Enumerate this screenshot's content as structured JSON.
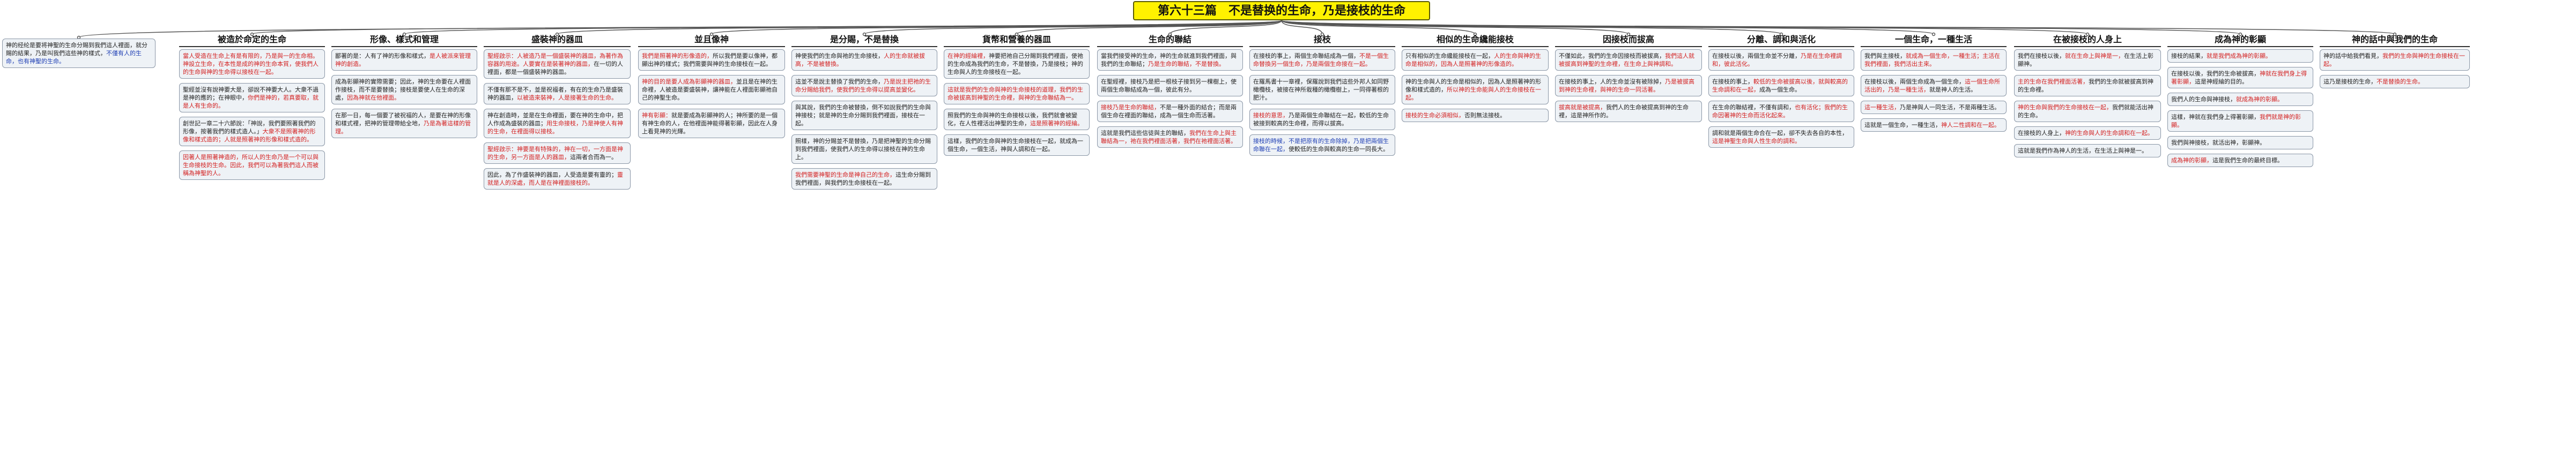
{
  "title": "第六十三篇　不是替换的生命，乃是接枝的生命",
  "branches": [
    {
      "key": "b0",
      "heading": "",
      "boxes": [
        {
          "segs": [
            {
              "t": "神的经纶是要将神聖的生命分賜到我們這人裡面，就分賜的結果，乃是叫我們這些神的樣式，"
            },
            {
              "t": "不僅有人的生命，也有神聖的生命。",
              "c": "blue"
            }
          ]
        }
      ]
    },
    {
      "key": "b1",
      "heading": "被造於命定的生命",
      "boxes": [
        {
          "segs": [
            {
              "t": "當人受造在生命上有是有限的，乃是與一的生命相。神設立生命，在本性是成的神的生命本質，使我們人的生命與神的生命得以接枝在一起。",
              "c": "red"
            }
          ]
        },
        {
          "segs": [
            {
              "t": "聖經並沒有說神要大是，卻說不神要大人。大衆不過是神的應的；在神眼中，"
            },
            {
              "t": "你們是神的，若真要取，就是人有生命的。",
              "c": "red"
            }
          ]
        },
        {
          "segs": [
            {
              "t": "創世記一章二十六節說：「神說，我們要照著我們的形像，按著我們的樣式造人。」"
            },
            {
              "t": "大衆不是照著神的形像和樣式造的；人就是照著神的形像和樣式造的。",
              "c": "red"
            }
          ]
        },
        {
          "segs": [
            {
              "t": "因著人是照著神造的，所以人的生命乃是一个可以與生命接枝的生命。因此，我們可以為著我們這人而被稱為神聖的人。",
              "c": "red"
            }
          ]
        }
      ]
    },
    {
      "key": "b2",
      "heading": "形像、樣式和管理",
      "boxes": [
        {
          "segs": [
            {
              "t": "鄙著的是：人有了神的形像和樣式，"
            },
            {
              "t": "是人被派來管理神的創造。",
              "c": "red"
            }
          ]
        },
        {
          "segs": [
            {
              "t": "成為彰顯神的實際需要；因此，神的生命要在人裡面作接枝，而不是要替換；接枝是要使人在生命的深處，"
            },
            {
              "t": "因為神就在他裡面。",
              "c": "red"
            }
          ]
        },
        {
          "segs": [
            {
              "t": "在那一日，每一個要了被祝福的人，是要在神的形像和樣式裡，把神的管理帶給全地，"
            },
            {
              "t": "乃是為著這樣的管理。",
              "c": "red"
            }
          ]
        }
      ]
    },
    {
      "key": "b3",
      "heading": "盛裝神的器皿",
      "boxes": [
        {
          "segs": [
            {
              "t": "聖經啟示：人被造乃是一個盛裝神的器皿，為著作為容器的用途。人要實在是裝著神的器皿，",
              "c": "red"
            },
            {
              "t": "在一切的人裡面，都是一個盛裝神的器皿。"
            }
          ]
        },
        {
          "segs": [
            {
              "t": "不僅有那不是不，並是祝福者，有在的生命乃是盛裝神的器皿，"
            },
            {
              "t": "以被造來裝神，人是接著生命的生命。",
              "c": "red"
            }
          ]
        },
        {
          "segs": [
            {
              "t": "神在創造時，並是在生命裡面，要在神的生命中，把人作成為盛裝的器皿；"
            },
            {
              "t": "用生命接枝，乃是神使人有神的生命，在裡面得以接枝。",
              "c": "red"
            }
          ]
        },
        {
          "segs": [
            {
              "t": "聖經啟示：神要是有特殊的，神在一切，一方面是神的生命，另一方面是人的器皿，",
              "c": "red"
            },
            {
              "t": "這兩者合而為一。"
            }
          ]
        },
        {
          "segs": [
            {
              "t": "因此，為了作盛裝神的器皿，人受造是要有靈的；"
            },
            {
              "t": "靈就是人的深處，而人是在神裡面接枝的。",
              "c": "red"
            }
          ]
        }
      ]
    },
    {
      "key": "b4",
      "heading": "並且像神",
      "boxes": [
        {
          "segs": [
            {
              "t": "我們是照著神的形像造的，",
              "c": "red"
            },
            {
              "t": "所以我們是要以像神，都顯出神的樣式；我們需要與神的生命接枝在一起。"
            }
          ]
        },
        {
          "segs": [
            {
              "t": "神的目的是要人成為彰顯神的器皿，",
              "c": "red"
            },
            {
              "t": "並且是在神的生命裡，人被造是要盛裝神，讓神能在人裡面彰顯祂自己的神聖生命。"
            }
          ]
        },
        {
          "segs": [
            {
              "t": "神有彰顯：",
              "c": "red"
            },
            {
              "t": "就是要成為彰顯神的人；神所要的是一個有神生命的人，在他裡面神能得著彰顯，因此在人身上看見神的光輝。"
            }
          ]
        }
      ]
    },
    {
      "key": "b5",
      "heading": "是分賜，不是替換",
      "boxes": [
        {
          "segs": [
            {
              "t": "神使我們的生命與祂的生命接枝，"
            },
            {
              "t": "人的生命就被拔高，不是被替換。",
              "c": "red"
            }
          ]
        },
        {
          "segs": [
            {
              "t": "這並不是說主替換了我們的生命，"
            },
            {
              "t": "乃是說主把祂的生命分賜給我們，使我們的生命得以提高並變化。",
              "c": "red"
            }
          ]
        },
        {
          "segs": [
            {
              "t": "與其說，我們的生命被替換，倒不如說我們的生命與神接枝；就是神的生命分賜到我們裡面，接枝在一起。"
            }
          ]
        },
        {
          "segs": [
            {
              "t": "照樣，神的分賜並不是替換，乃是把神聖的生命分賜到我們裡面，使我們人的生命得以接枝在神的生命上。"
            }
          ]
        },
        {
          "segs": [
            {
              "t": "我們需要神聖的生命是神自己的生命，",
              "c": "red"
            },
            {
              "t": "這生命分賜到我們裡面，與我們的生命接枝在一起。"
            }
          ]
        }
      ]
    },
    {
      "key": "b6",
      "heading": "貨幣和營養的器皿",
      "boxes": [
        {
          "segs": [
            {
              "t": "在神的經綸裡，",
              "c": "red"
            },
            {
              "t": "神要把祂自己分賜到我們裡面，使祂的生命成為我們的生命，不是替換，乃是接枝；神的生命與人的生命接枝在一起。"
            }
          ]
        },
        {
          "segs": [
            {
              "t": "這就是我們的生命與神的生命接枝的道理，我們的生命被拔高到神聖的生命裡，與神的生命聯結為一。",
              "c": "red"
            }
          ]
        },
        {
          "segs": [
            {
              "t": "照我們的生命與神的生命接枝以後，我們就會被變化，在人性裡活出神聖的生命，"
            },
            {
              "t": "這是照著神的經綸。",
              "c": "red"
            }
          ]
        },
        {
          "segs": [
            {
              "t": "這樣，我們的生命與神的生命接枝在一起，就成為一個生命，一個生活，神與人調和在一起。"
            }
          ]
        }
      ]
    },
    {
      "key": "b7",
      "heading": "生命的聯結",
      "boxes": [
        {
          "segs": [
            {
              "t": "當我們接受神的生命，神的生命就進到我們裡面，與我們的生命聯結；"
            },
            {
              "t": "乃是生命的聯結，不是替換。",
              "c": "red"
            }
          ]
        },
        {
          "segs": [
            {
              "t": "在聖經裡，接枝乃是把一根枝子接到另一棵樹上，使兩個生命聯結成為一個，彼此有分。"
            }
          ]
        },
        {
          "segs": [
            {
              "t": "接枝乃是生命的聯結，",
              "c": "red"
            },
            {
              "t": "不是一種外面的結合；而是兩個生命在裡面的聯結，成為一個生命而活著。"
            }
          ]
        },
        {
          "segs": [
            {
              "t": "這就是我們這些信徒與主的聯結，"
            },
            {
              "t": "我們在生命上與主聯結為一，祂在我們裡面活著，我們在祂裡面活著。",
              "c": "red"
            }
          ]
        }
      ]
    },
    {
      "key": "b8",
      "heading": "接枝",
      "boxes": [
        {
          "segs": [
            {
              "t": "在接枝的事上，兩個生命聯結成為一個，"
            },
            {
              "t": "不是一個生命替換另一個生命，乃是兩個生命接在一起。",
              "c": "red"
            }
          ]
        },
        {
          "segs": [
            {
              "t": "在羅馬書十一章裡，保羅說到我們這些外邦人如同野橄欖枝，被接在神所栽種的橄欖樹上，一同得著根的肥汁。"
            }
          ]
        },
        {
          "segs": [
            {
              "t": "接枝的意思，",
              "c": "red"
            },
            {
              "t": "乃是兩個生命聯結在一起，較低的生命被接到較高的生命裡，而得以拔高。"
            }
          ]
        },
        {
          "segs": [
            {
              "t": "接枝的時候，不是把原有的生命除掉，乃是把兩個生命聯在一起，",
              "c": "blue"
            },
            {
              "t": "使較低的生命與較高的生命一同長大。"
            }
          ]
        }
      ]
    },
    {
      "key": "b9",
      "heading": "相似的生命纔能接枝",
      "boxes": [
        {
          "segs": [
            {
              "t": "只有相似的生命纔能接枝在一起，"
            },
            {
              "t": "人的生命與神的生命是相似的，因為人是照著神的形像造的。",
              "c": "red"
            }
          ]
        },
        {
          "segs": [
            {
              "t": "神的生命與人的生命是相似的，因為人是照著神的形像和樣式造的，"
            },
            {
              "t": "所以神的生命能與人的生命接枝在一起。",
              "c": "red"
            }
          ]
        },
        {
          "segs": [
            {
              "t": "接枝的生命必須相似，",
              "c": "red"
            },
            {
              "t": "否則無法接枝。"
            }
          ]
        }
      ]
    },
    {
      "key": "b10",
      "heading": "因接枝而拔高",
      "boxes": [
        {
          "segs": [
            {
              "t": "不僅如此，我們的生命因接枝而被拔高，"
            },
            {
              "t": "我們這人就被拔高到神聖的生命裡，在生命上與神調和。",
              "c": "red"
            }
          ]
        },
        {
          "segs": [
            {
              "t": "在接枝的事上，人的生命並沒有被除掉，"
            },
            {
              "t": "乃是被拔高到神的生命裡，與神的生命一同活著。",
              "c": "red"
            }
          ]
        },
        {
          "segs": [
            {
              "t": "拔高就是被提高，",
              "c": "red"
            },
            {
              "t": "我們人的生命被提高到神的生命裡，這是神所作的。"
            }
          ]
        }
      ]
    },
    {
      "key": "b11",
      "heading": "分離、調和與活化",
      "boxes": [
        {
          "segs": [
            {
              "t": "在接枝以後，兩個生命並不分離，"
            },
            {
              "t": "乃是在生命裡調和，彼此活化。",
              "c": "red"
            }
          ]
        },
        {
          "segs": [
            {
              "t": "在接枝的事上，"
            },
            {
              "t": "較低的生命被拔高以後，就與較高的生命調和在一起，",
              "c": "red"
            },
            {
              "t": "成為一個生命。"
            }
          ]
        },
        {
          "segs": [
            {
              "t": "在生命的聯結裡，不僅有調和，"
            },
            {
              "t": "也有活化；我們的生命因著神的生命而活化起來。",
              "c": "red"
            }
          ]
        },
        {
          "segs": [
            {
              "t": "調和就是兩個生命合在一起，卻不失去各自的本性，"
            },
            {
              "t": "這是神聖生命與人性生命的調和。",
              "c": "red"
            }
          ]
        }
      ]
    },
    {
      "key": "b12",
      "heading": "一個生命，一種生活",
      "boxes": [
        {
          "segs": [
            {
              "t": "我們與主接枝，"
            },
            {
              "t": "就成為一個生命，一種生活；主活在我們裡面，我們活出主來。",
              "c": "red"
            }
          ]
        },
        {
          "segs": [
            {
              "t": "在接枝以後，兩個生命成為一個生命，"
            },
            {
              "t": "這一個生命所活出的，乃是一種生活，",
              "c": "red"
            },
            {
              "t": "就是神人的生活。"
            }
          ]
        },
        {
          "segs": [
            {
              "t": "這一種生活，",
              "c": "red"
            },
            {
              "t": "乃是神與人一同生活，不是兩種生活。"
            }
          ]
        },
        {
          "segs": [
            {
              "t": "這就是一個生命，一種生活，"
            },
            {
              "t": "神人二性調和在一起。",
              "c": "red"
            }
          ]
        }
      ]
    },
    {
      "key": "b13",
      "heading": "在被接枝的人身上",
      "boxes": [
        {
          "segs": [
            {
              "t": "我們在接枝以後，"
            },
            {
              "t": "就在生命上與神是一，",
              "c": "red"
            },
            {
              "t": "在生活上彰顯神。"
            }
          ]
        },
        {
          "segs": [
            {
              "t": "主的生命在我們裡面活著，",
              "c": "red"
            },
            {
              "t": "我們的生命就被拔高到神的生命裡。"
            }
          ]
        },
        {
          "segs": [
            {
              "t": "神的生命與我們的生命接枝在一起，",
              "c": "red"
            },
            {
              "t": "我們就能活出神的生命。"
            }
          ]
        },
        {
          "segs": [
            {
              "t": "在接枝的人身上，"
            },
            {
              "t": "神的生命與人的生命調和在一起。",
              "c": "red"
            }
          ]
        },
        {
          "segs": [
            {
              "t": "這就是我們作為神人的生活，在生活上與神是一。"
            }
          ]
        }
      ]
    },
    {
      "key": "b14",
      "heading": "成為神的彰顯",
      "boxes": [
        {
          "segs": [
            {
              "t": "接枝的結果，"
            },
            {
              "t": "就是我們成為神的彰顯。",
              "c": "red"
            }
          ]
        },
        {
          "segs": [
            {
              "t": "在接枝以後，我們的生命被拔高，"
            },
            {
              "t": "神就在我們身上得著彰顯，",
              "c": "red"
            },
            {
              "t": "這是神經綸的目的。"
            }
          ]
        },
        {
          "segs": [
            {
              "t": "我們人的生命與神接枝，"
            },
            {
              "t": "就成為神的彰顯。",
              "c": "red"
            }
          ]
        },
        {
          "segs": [
            {
              "t": "這樣，神就在我們身上得著彰顯，"
            },
            {
              "t": "我們就是神的彰顯。",
              "c": "red"
            }
          ]
        },
        {
          "segs": [
            {
              "t": "我們與神接枝，就活出神，彰顯神。"
            }
          ]
        },
        {
          "segs": [
            {
              "t": "成為神的彰顯，",
              "c": "red"
            },
            {
              "t": "這是我們生命的最終目標。"
            }
          ]
        }
      ]
    },
    {
      "key": "b15",
      "heading": "神的話中與我們的生命",
      "boxes": [
        {
          "segs": [
            {
              "t": "神的話中給我們看見，"
            },
            {
              "t": "我們的生命與神的生命接枝在一起。",
              "c": "red"
            }
          ]
        },
        {
          "segs": [
            {
              "t": "這乃是接枝的生命，"
            },
            {
              "t": "不是替換的生命。",
              "c": "red"
            }
          ]
        }
      ]
    }
  ]
}
